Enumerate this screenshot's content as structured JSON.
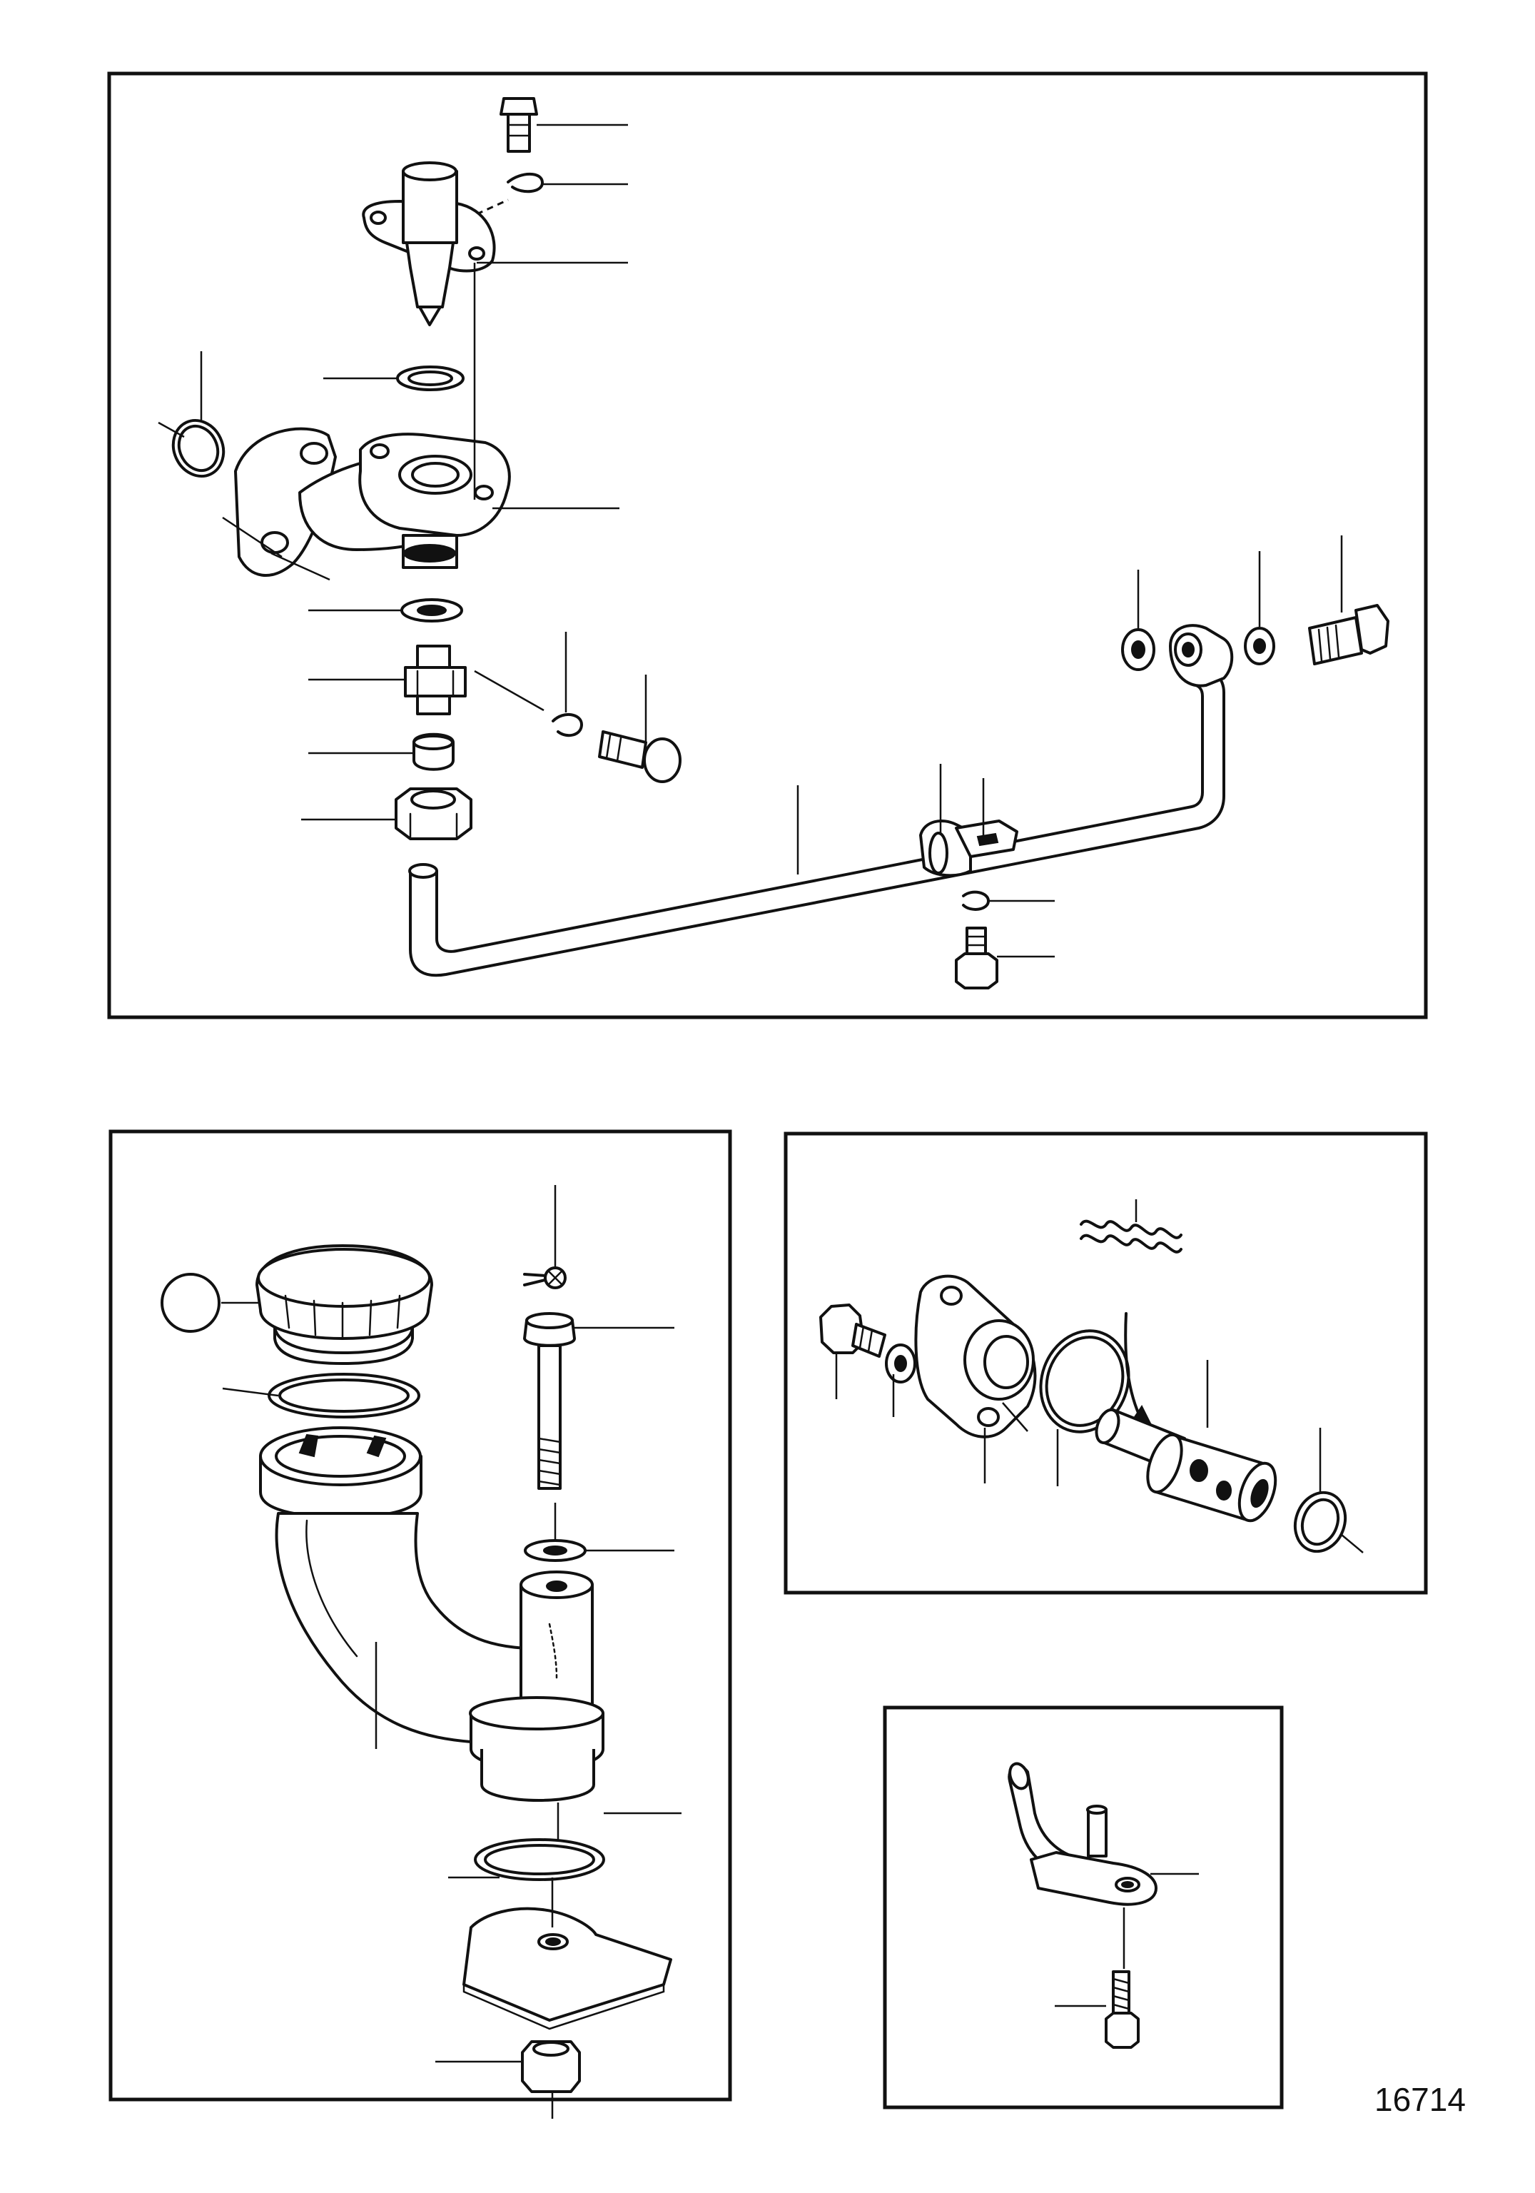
{
  "drawing": {
    "number": "16714"
  },
  "panels": [
    {
      "id": "fuel-return-line-assembly"
    },
    {
      "id": "filler-pipe-assembly"
    },
    {
      "id": "valve-assembly"
    },
    {
      "id": "bracket-assembly"
    }
  ]
}
